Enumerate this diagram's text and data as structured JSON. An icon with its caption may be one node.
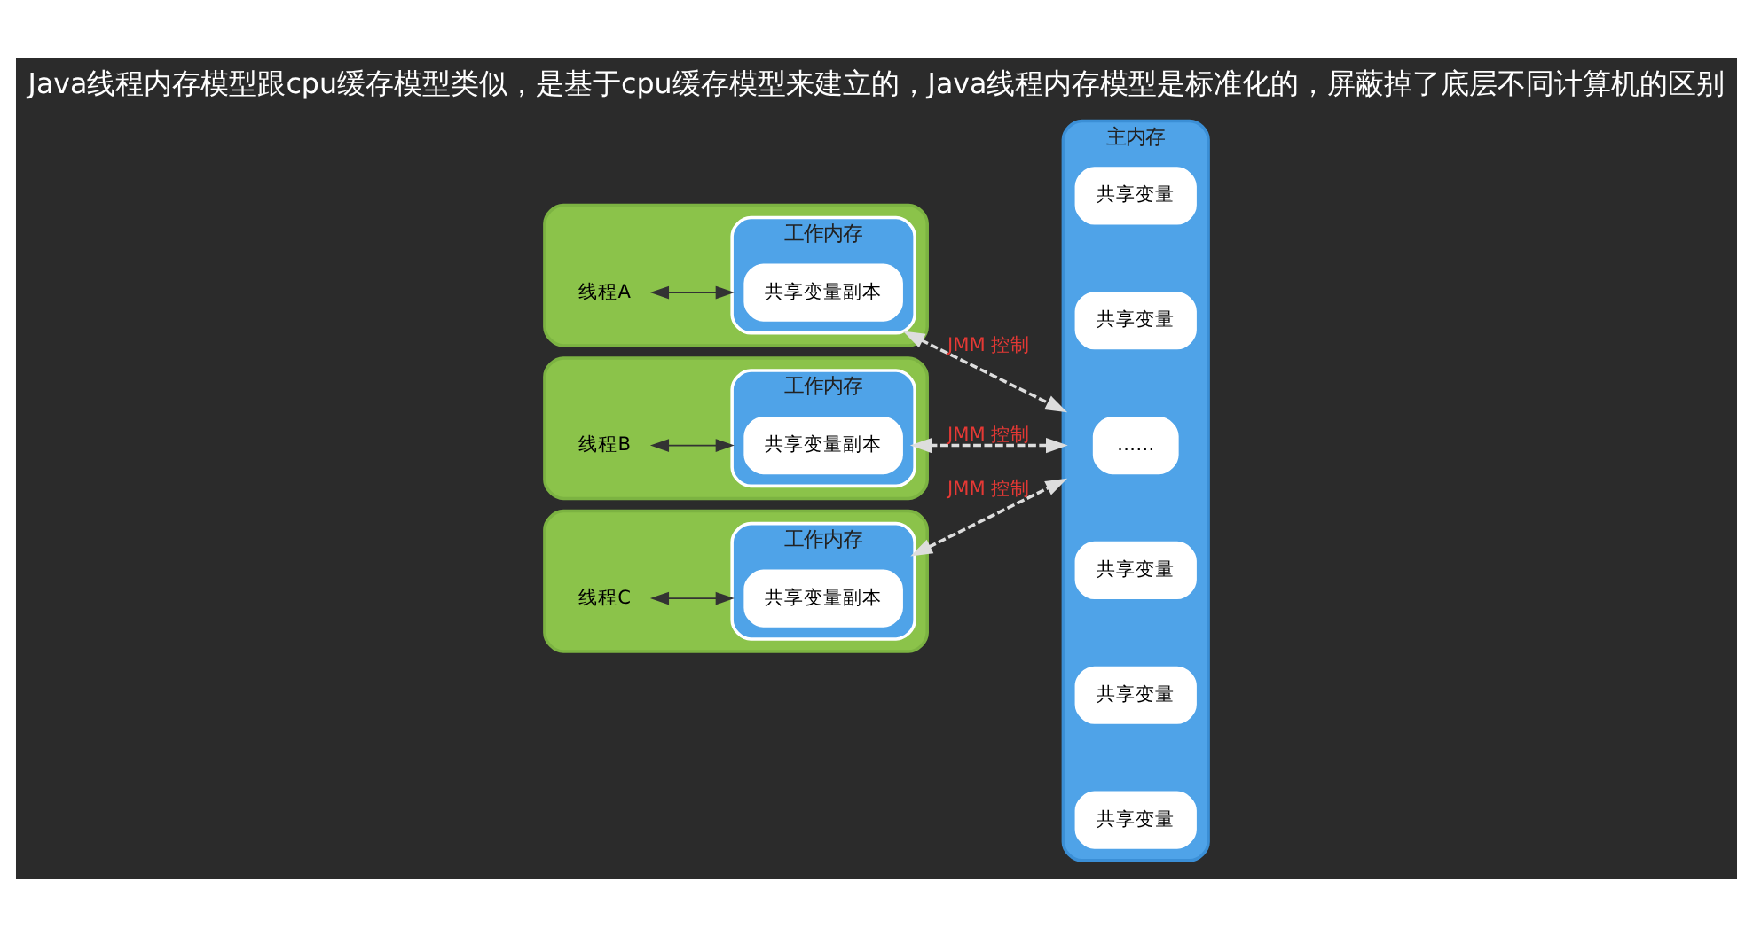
{
  "diagram": {
    "title": "Java线程内存模型跟cpu缓存模型类似，是基于cpu缓存模型来建立的，Java线程内存模型是标准化的，屏蔽掉了底层不同计算机的区别",
    "nodes": [
      {
        "text": [],
        "shape": "box"
      },
      {
        "text": [
          "线程A"
        ],
        "in": 0
      },
      {
        "text": [
          "工作内存"
        ],
        "in": 0
      },
      {
        "text": [
          "共享变量副本"
        ],
        "in": 2
      },
      {
        "text": [],
        "shape": "box"
      },
      {
        "text": [
          "线程B"
        ],
        "in": 4
      },
      {
        "text": [
          "工作内存"
        ],
        "in": 4
      },
      {
        "text": [
          "共享变量副本"
        ],
        "in": 6
      },
      {
        "text": [],
        "shape": "box"
      },
      {
        "text": [
          "线程C"
        ],
        "in": 8
      },
      {
        "text": [
          "工作内存"
        ],
        "in": 8
      },
      {
        "text": [
          "共享变量副本"
        ],
        "in": 10
      },
      {
        "text": [
          "主内存"
        ]
      },
      {
        "text": [
          "共享变量"
        ],
        "in": 12
      },
      {
        "text": [
          "共享变量"
        ],
        "in": 12
      },
      {
        "text": [
          "共享变量"
        ],
        "in": 12
      },
      {
        "text": [
          "……"
        ],
        "in": 12
      },
      {
        "text": [
          "共享变量"
        ],
        "in": 12
      },
      {
        "text": [
          "共享变量"
        ],
        "in": 12
      }
    ],
    "edges": [
      {
        "from": 1,
        "to": 2,
        "arrow": "both"
      },
      {
        "from": 2,
        "to": 12,
        "arrow": "both",
        "label": "JMM 控制",
        "style": "dashed",
        "color": "#dddddd"
      },
      {
        "from": 5,
        "to": 6,
        "arrow": "both"
      },
      {
        "from": 6,
        "to": 12,
        "arrow": "both",
        "label": "JMM 控制",
        "style": "dashed",
        "color": "#dddddd"
      },
      {
        "from": 9,
        "to": 10,
        "arrow": "both"
      },
      {
        "from": 10,
        "to": 12,
        "arrow": "both",
        "label": "JMM 控制",
        "style": "dashed",
        "color": "#dddddd"
      }
    ]
  }
}
